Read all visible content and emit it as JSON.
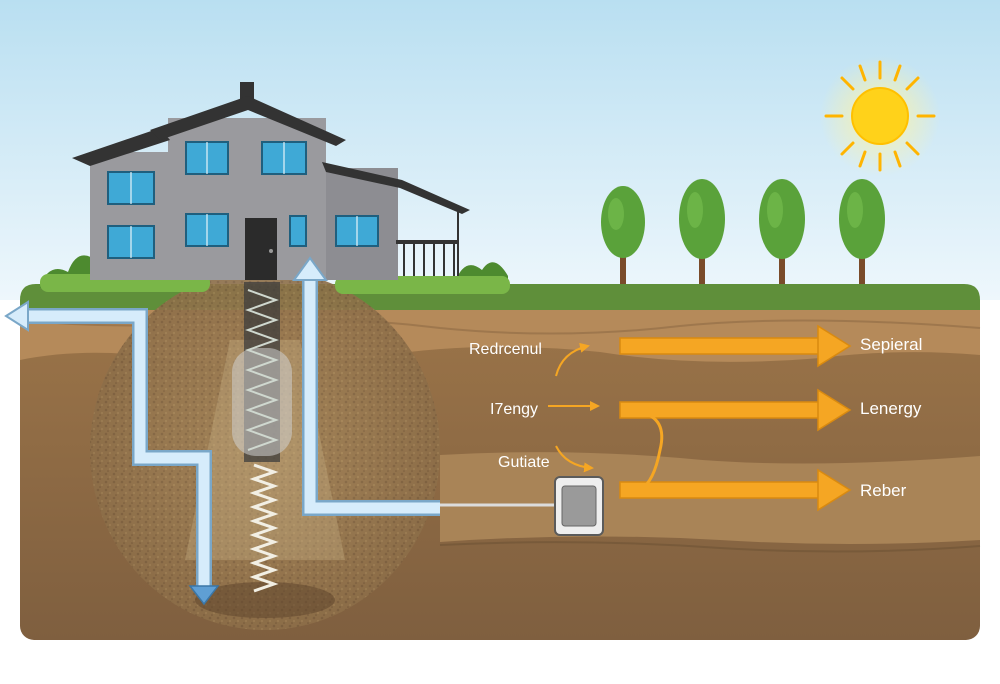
{
  "labels": {
    "left": [
      "Redrcenul",
      "I7engy",
      "Gutiate"
    ],
    "right": [
      "Sepieral",
      "Lenergy",
      "Reber"
    ]
  },
  "colors": {
    "sky_top": "#bfe1f2",
    "sky_bottom": "#e9f5fb",
    "grass": "#5f8f3a",
    "topsoil": "#b58a5a",
    "deep_soil": "#8f6a45",
    "pipe": "#d6ecfb",
    "arrow": "#f5a623",
    "sun": "#ffd21a",
    "tree": "#5aa23a",
    "house_wall": "#9a9a9e",
    "window": "#3fa9d6"
  },
  "icons": [
    "sun-icon",
    "house-icon",
    "tree-icon",
    "heat-pump-icon",
    "arrow-icon"
  ]
}
